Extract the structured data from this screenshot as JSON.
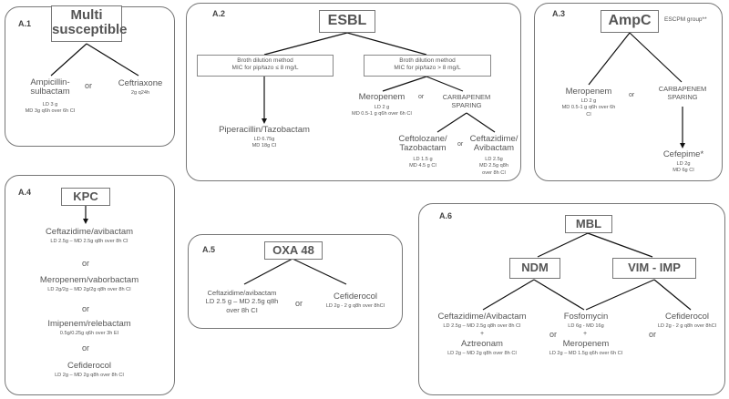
{
  "a1": {
    "label": "A.1",
    "title_line1": "Multi",
    "title_line2": "susceptible",
    "left_drug_line1": "Ampicillin-",
    "left_drug_line2": "sulbactam",
    "left_dose_line1": "LD 3 g",
    "left_dose_line2": "MD 3g q6h over 6h CI",
    "or": "or",
    "right_drug": "Ceftriaxone",
    "right_dose": "2g q24h"
  },
  "a2": {
    "label": "A.2",
    "title": "ESBL",
    "box_left_line1": "Broth dilution method",
    "box_left_line2": "MIC for pip/tazo ≤ 8 mg/L",
    "box_right_line1": "Broth dilution method",
    "box_right_line2": "MIC for pip/tazo > 8 mg/L",
    "pip_drug": "Piperacillin/Tazobactam",
    "pip_dose_line1": "LD 6.75g",
    "pip_dose_line2": "MD 18g CI",
    "mero_drug": "Meropenem",
    "mero_dose_line1": "LD 2 g",
    "mero_dose_line2": "MD 0.5-1 g q6h over 6h CI",
    "or1": "or",
    "cs_line1": "CARBAPENEM",
    "cs_line2": "SPARING",
    "ctol_line1": "Ceftolozane/",
    "ctol_line2": "Tazobactam",
    "ctol_dose_line1": "LD 1.5 g",
    "ctol_dose_line2": "MD 4.5 g CI",
    "or2": "or",
    "cza_line1": "Ceftazidime/",
    "cza_line2": "Avibactam",
    "cza_dose_line1": "LD 2.5g",
    "cza_dose_line2": "MD 2.5g q8h",
    "cza_dose_line3": "over 8h CI"
  },
  "a3": {
    "label": "A.3",
    "title": "AmpC",
    "note": "ESCPM group**",
    "mero_drug": "Meropenem",
    "mero_dose_line1": "LD 2 g",
    "mero_dose_line2": "MD 0.5-1 g q6h over 6h",
    "mero_dose_line3": "CI",
    "or": "or",
    "cs_line1": "CARBAPENEM",
    "cs_line2": "SPARING",
    "cef_drug": "Cefepime*",
    "cef_dose_line1": "LD 2g",
    "cef_dose_line2": "MD 6g CI"
  },
  "a4": {
    "label": "A.4",
    "title": "KPC",
    "d1": "Ceftazidime/avibactam",
    "d1_dose": "LD 2.5g – MD 2.5g q8h over 8h CI",
    "or1": "or",
    "d2": "Meropenem/vaborbactam",
    "d2_dose": "LD 2g/2g – MD 2g/2g q8h over 8h CI",
    "or2": "or",
    "d3": "Imipenem/relebactam",
    "d3_dose": "0.5g/0.25g q6h over 3h EI",
    "or3": "or",
    "d4": "Cefiderocol",
    "d4_dose": "LD 2g – MD 2g q8h over 8h CI"
  },
  "a5": {
    "label": "A.5",
    "title": "OXA 48",
    "left_line1": "Ceftazidime/avibactam",
    "left_line2": "LD 2.5 g – MD 2.5g q8h",
    "left_line3": "over 8h CI",
    "or": "or",
    "right_drug": "Cefiderocol",
    "right_dose": "LD 2g - 2 g q8h over 8hCI"
  },
  "a6": {
    "label": "A.6",
    "title": "MBL",
    "ndm": "NDM",
    "vim": "VIM - IMP",
    "cza_drug": "Ceftazidime/Avibactam",
    "cza_dose": "LD 2.5g – MD 2.5g q8h over 8h CI",
    "plus": "+",
    "azt_drug": "Aztreonam",
    "azt_dose": "LD 2g – MD 2g q8h over 8h CI",
    "or1": "or",
    "fos_drug": "Fosfomycin",
    "fos_dose": "LD 6g - MD 16g",
    "plus2": "+",
    "mero_drug": "Meropenem",
    "mero_dose": "LD 2g – MD 1.5g q6h over 6h CI",
    "or2": "or",
    "fdc_drug": "Cefiderocol",
    "fdc_dose": "LD 2g - 2 g q8h over 8hCI"
  }
}
